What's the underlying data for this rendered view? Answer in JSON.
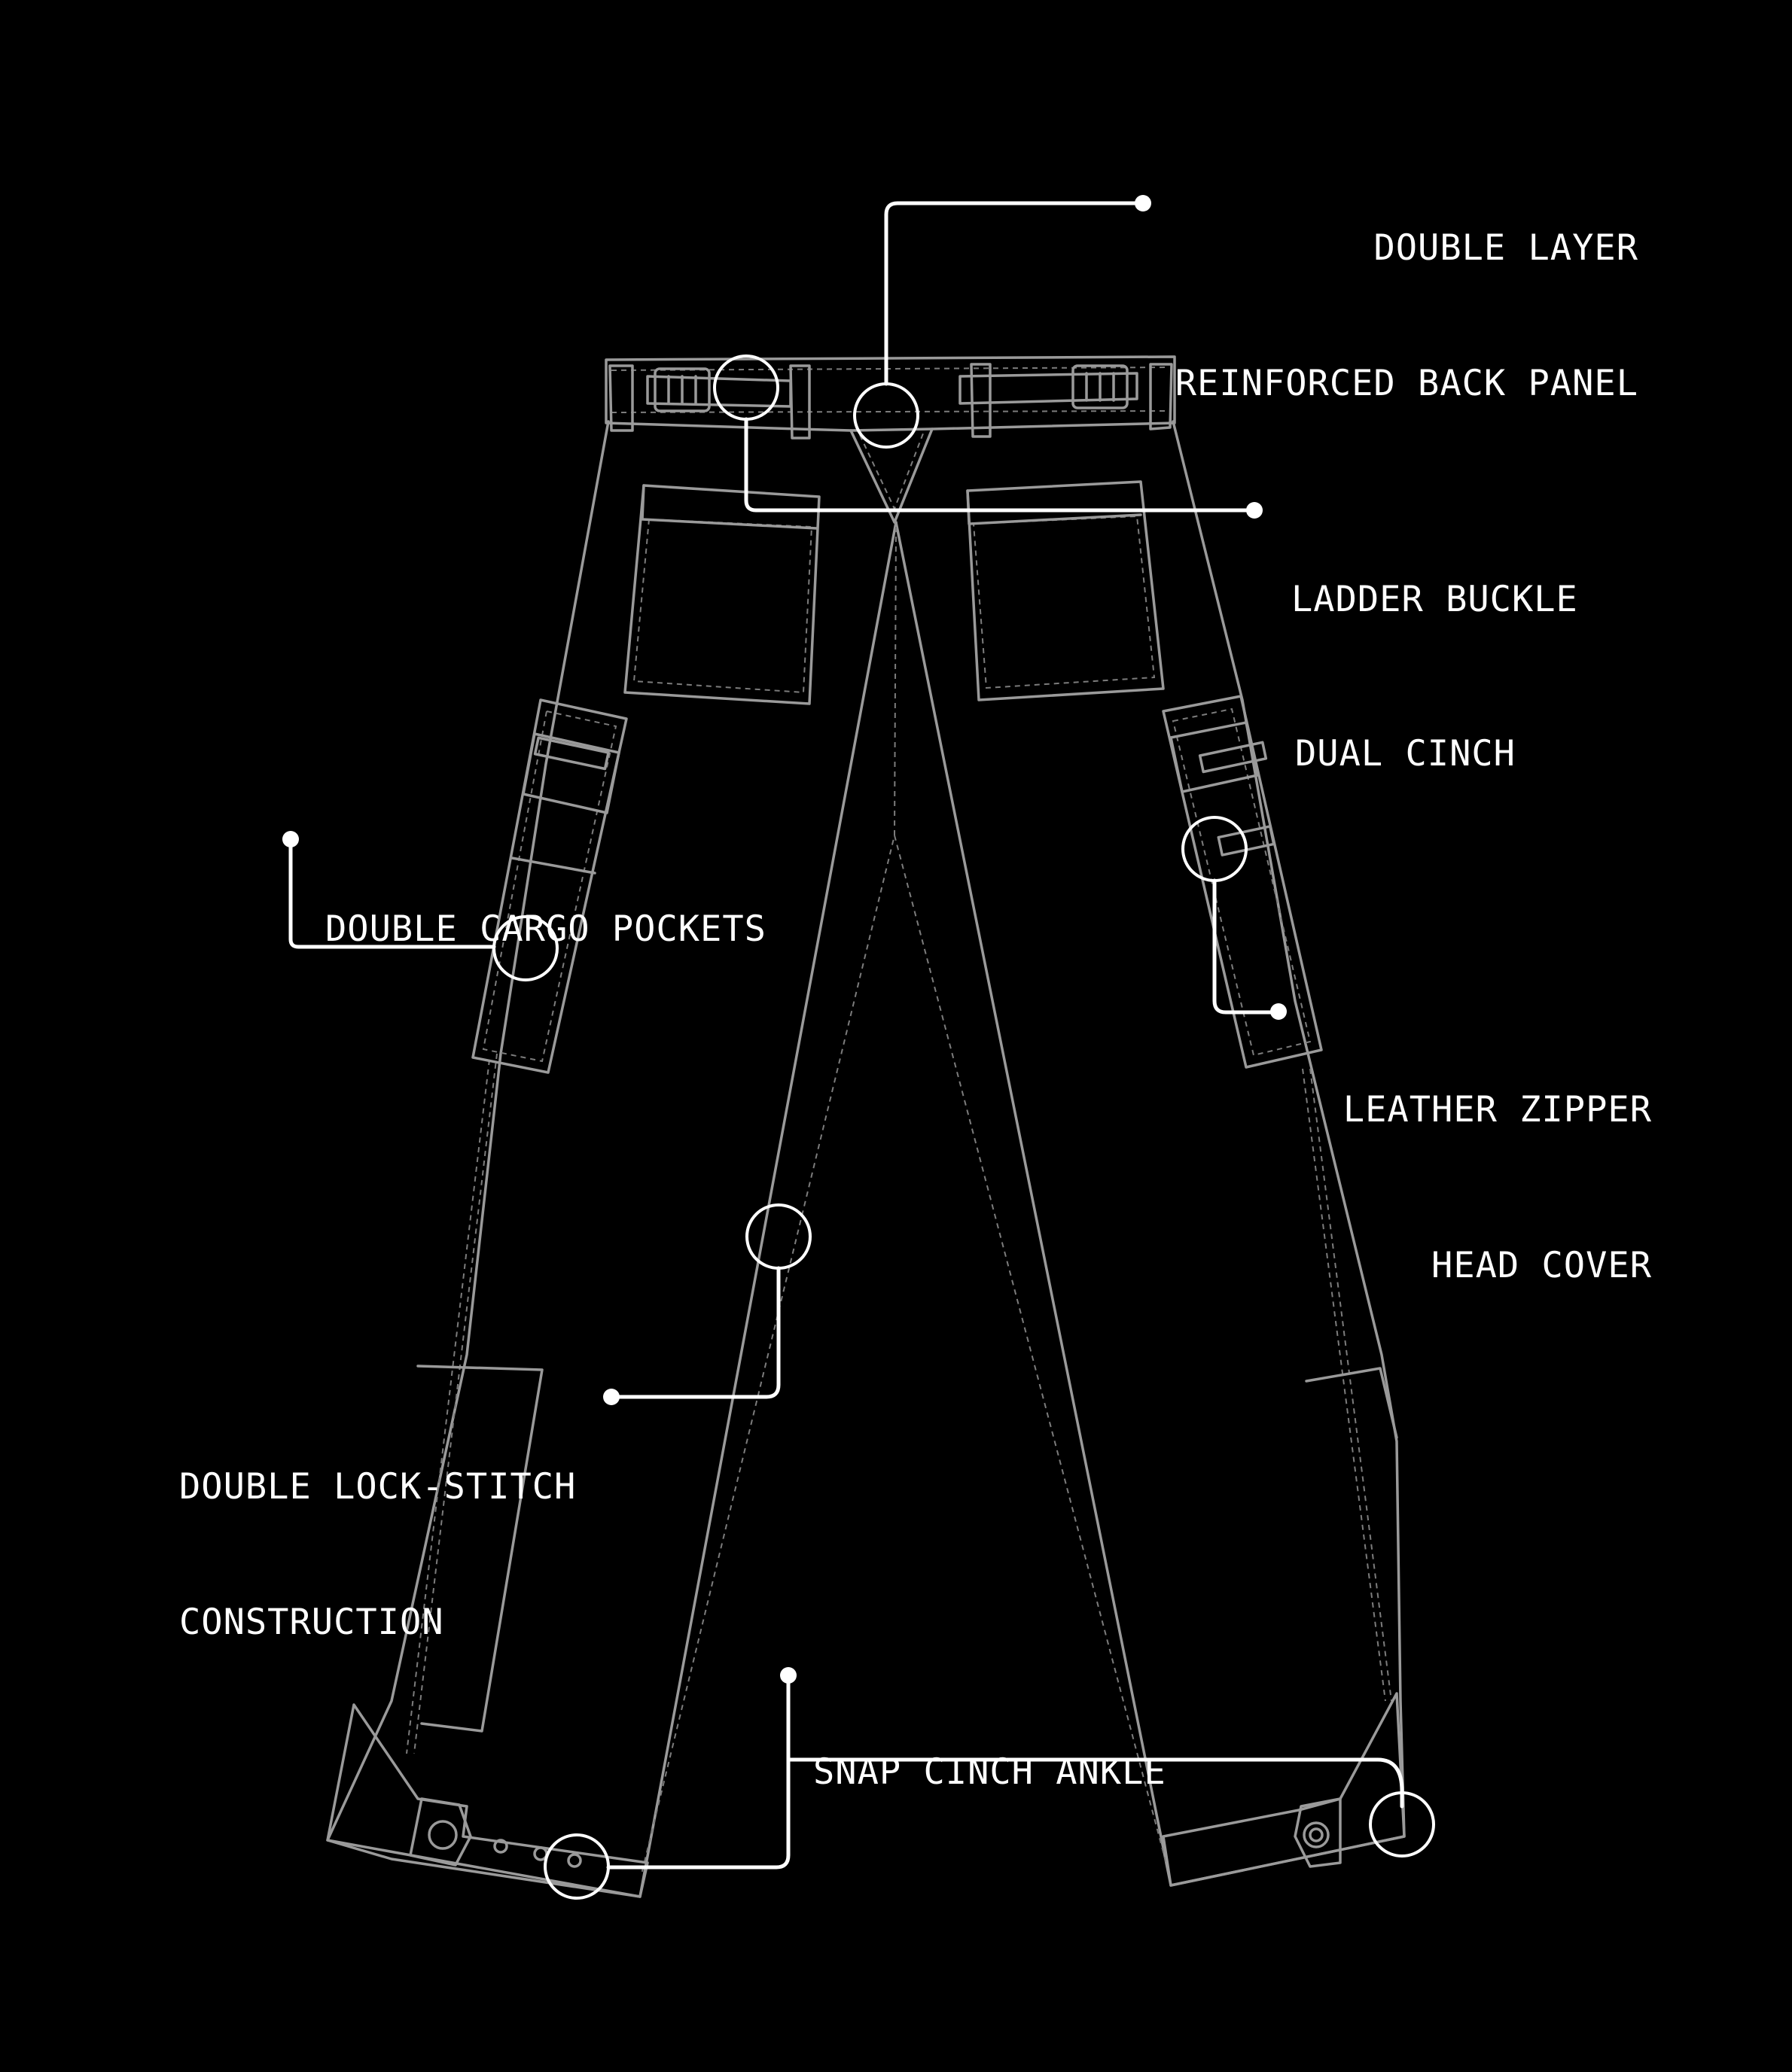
{
  "callouts": {
    "back_panel": {
      "line1": "DOUBLE LAYER",
      "line2": "REINFORCED BACK PANEL"
    },
    "ladder_buckle": {
      "line1": "LADDER BUCKLE",
      "line2": "DUAL CINCH"
    },
    "cargo_pockets": {
      "line1": "DOUBLE CARGO POCKETS"
    },
    "zipper_cover": {
      "line1": "LEATHER ZIPPER",
      "line2": "HEAD COVER"
    },
    "lock_stitch": {
      "line1": "DOUBLE LOCK-STITCH",
      "line2": "CONSTRUCTION"
    },
    "ankle": {
      "line1": "SNAP CINCH ANKLE"
    }
  },
  "colors": {
    "background": "#000000",
    "garment_outline": "#9a9a9a",
    "callout": "#ffffff"
  }
}
